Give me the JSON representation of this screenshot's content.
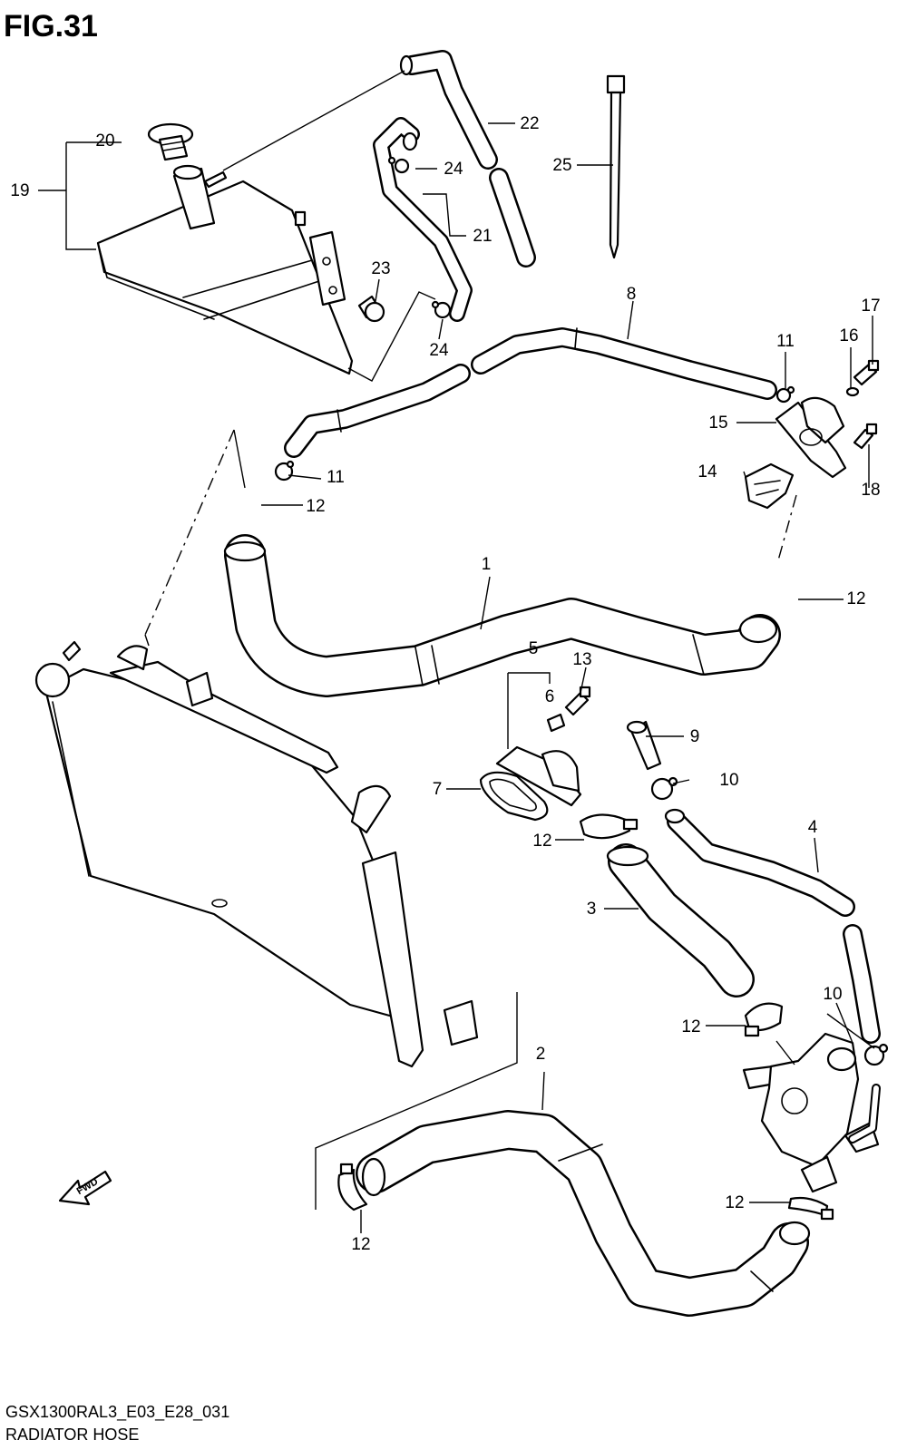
{
  "figure": {
    "title": "FIG.31",
    "model_code": "GSX1300RAL3_E03_E28_031",
    "caption": "RADIATOR HOSE",
    "direction_label": "FWD"
  },
  "callouts": [
    {
      "id": "c1",
      "label": "1"
    },
    {
      "id": "c2",
      "label": "2"
    },
    {
      "id": "c3",
      "label": "3"
    },
    {
      "id": "c4",
      "label": "4"
    },
    {
      "id": "c5",
      "label": "5"
    },
    {
      "id": "c6",
      "label": "6"
    },
    {
      "id": "c7",
      "label": "7"
    },
    {
      "id": "c8",
      "label": "8"
    },
    {
      "id": "c9",
      "label": "9"
    },
    {
      "id": "c10a",
      "label": "10"
    },
    {
      "id": "c10b",
      "label": "10"
    },
    {
      "id": "c11a",
      "label": "11"
    },
    {
      "id": "c11b",
      "label": "11"
    },
    {
      "id": "c12a",
      "label": "12"
    },
    {
      "id": "c12b",
      "label": "12"
    },
    {
      "id": "c12c",
      "label": "12"
    },
    {
      "id": "c12d",
      "label": "12"
    },
    {
      "id": "c12e",
      "label": "12"
    },
    {
      "id": "c12f",
      "label": "12"
    },
    {
      "id": "c13",
      "label": "13"
    },
    {
      "id": "c14",
      "label": "14"
    },
    {
      "id": "c15",
      "label": "15"
    },
    {
      "id": "c16",
      "label": "16"
    },
    {
      "id": "c17",
      "label": "17"
    },
    {
      "id": "c18",
      "label": "18"
    },
    {
      "id": "c19",
      "label": "19"
    },
    {
      "id": "c20",
      "label": "20"
    },
    {
      "id": "c21",
      "label": "21"
    },
    {
      "id": "c22",
      "label": "22"
    },
    {
      "id": "c23",
      "label": "23"
    },
    {
      "id": "c24a",
      "label": "24"
    },
    {
      "id": "c24b",
      "label": "24"
    },
    {
      "id": "c25",
      "label": "25"
    }
  ]
}
